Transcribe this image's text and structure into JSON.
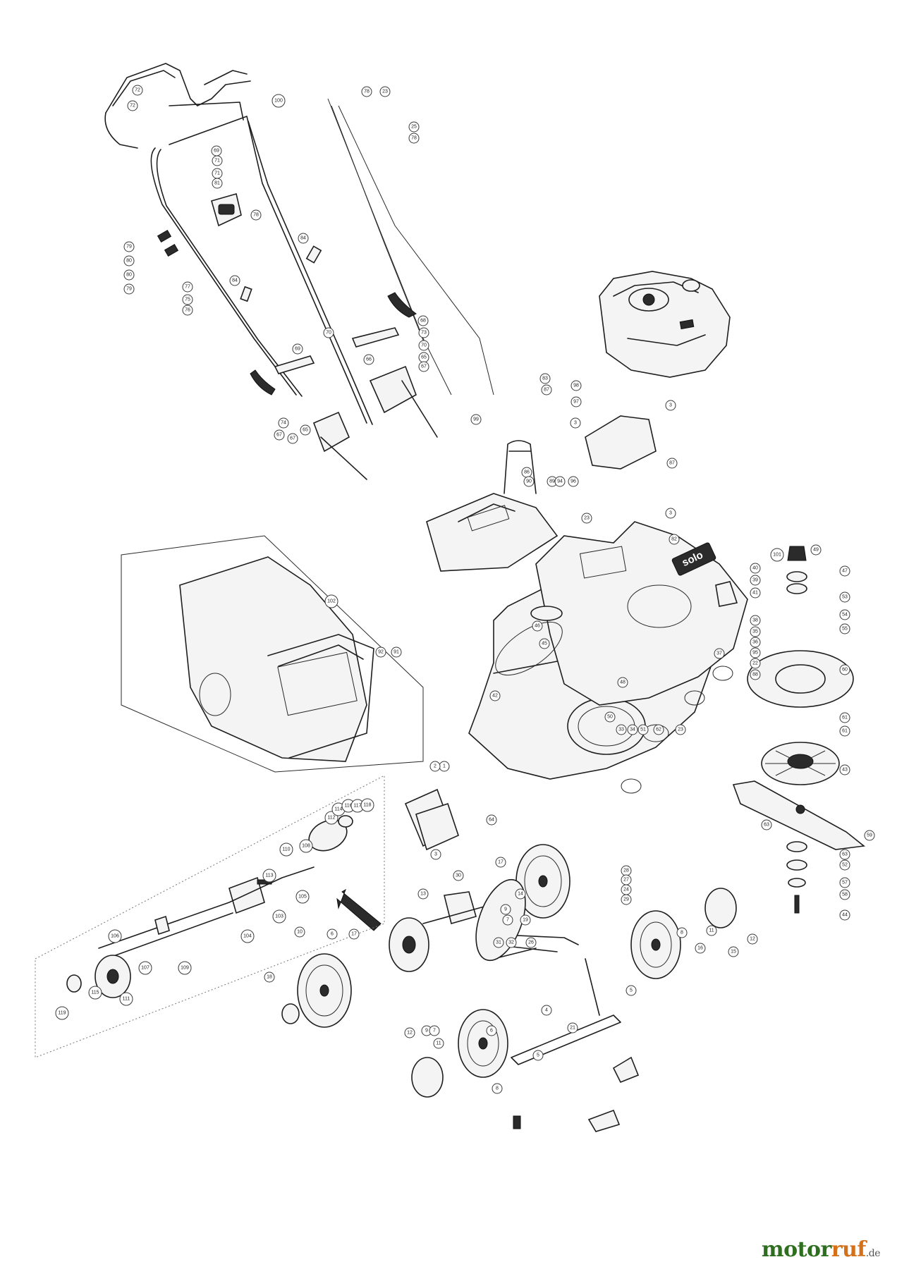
{
  "watermark": {
    "part1": "motor",
    "part2": "ruf",
    "part3": ".de",
    "colors": {
      "part1": "#2e6f1f",
      "part2": "#d4701a",
      "part3": "#555555"
    }
  },
  "logo_text": "solo",
  "callouts": [
    {
      "id": "c-72a",
      "label": "72"
    },
    {
      "id": "c-72b",
      "label": "72"
    },
    {
      "id": "c-100",
      "label": "100"
    },
    {
      "id": "c-69a",
      "label": "69"
    },
    {
      "id": "c-71a",
      "label": "71"
    },
    {
      "id": "c-71b",
      "label": "71"
    },
    {
      "id": "c-81",
      "label": "81"
    },
    {
      "id": "c-78a",
      "label": "78"
    },
    {
      "id": "c-79a",
      "label": "79"
    },
    {
      "id": "c-80a",
      "label": "80"
    },
    {
      "id": "c-80b",
      "label": "80"
    },
    {
      "id": "c-79b",
      "label": "79"
    },
    {
      "id": "c-84",
      "label": "84"
    },
    {
      "id": "c-77",
      "label": "77"
    },
    {
      "id": "c-84b",
      "label": "84"
    },
    {
      "id": "c-75",
      "label": "75"
    },
    {
      "id": "c-76",
      "label": "76"
    },
    {
      "id": "c-78t",
      "label": "78"
    },
    {
      "id": "c-23t",
      "label": "23"
    },
    {
      "id": "c-25",
      "label": "25"
    },
    {
      "id": "c-78r",
      "label": "78"
    },
    {
      "id": "c-68",
      "label": "68"
    },
    {
      "id": "c-73a",
      "label": "73"
    },
    {
      "id": "c-70",
      "label": "70"
    },
    {
      "id": "c-65",
      "label": "65"
    },
    {
      "id": "c-67a",
      "label": "67"
    },
    {
      "id": "c-66",
      "label": "66"
    },
    {
      "id": "c-70b",
      "label": "70"
    },
    {
      "id": "c-69b",
      "label": "69"
    },
    {
      "id": "c-74",
      "label": "74"
    },
    {
      "id": "c-65b",
      "label": "65"
    },
    {
      "id": "c-67b",
      "label": "67"
    },
    {
      "id": "c-67c",
      "label": "67"
    },
    {
      "id": "c-83",
      "label": "83"
    },
    {
      "id": "c-87",
      "label": "87"
    },
    {
      "id": "c-99",
      "label": "99"
    },
    {
      "id": "c-98",
      "label": "98"
    },
    {
      "id": "c-97",
      "label": "97"
    },
    {
      "id": "c-3a",
      "label": "3"
    },
    {
      "id": "c-3b",
      "label": "3"
    },
    {
      "id": "c-87b",
      "label": "87"
    },
    {
      "id": "c-86",
      "label": "86"
    },
    {
      "id": "c-90",
      "label": "90"
    },
    {
      "id": "c-89",
      "label": "89"
    },
    {
      "id": "c-94",
      "label": "94"
    },
    {
      "id": "c-96",
      "label": "96"
    },
    {
      "id": "c-3c",
      "label": "3"
    },
    {
      "id": "c-23b",
      "label": "23"
    },
    {
      "id": "c-82",
      "label": "82"
    },
    {
      "id": "c-101",
      "label": "101"
    },
    {
      "id": "c-40",
      "label": "40"
    },
    {
      "id": "c-39",
      "label": "39"
    },
    {
      "id": "c-41",
      "label": "41"
    },
    {
      "id": "c-38",
      "label": "38"
    },
    {
      "id": "c-35",
      "label": "35"
    },
    {
      "id": "c-36",
      "label": "36"
    },
    {
      "id": "c-95",
      "label": "95"
    },
    {
      "id": "c-22",
      "label": "22"
    },
    {
      "id": "c-88",
      "label": "88"
    },
    {
      "id": "c-49",
      "label": "49"
    },
    {
      "id": "c-47",
      "label": "47"
    },
    {
      "id": "c-53",
      "label": "53"
    },
    {
      "id": "c-54",
      "label": "54"
    },
    {
      "id": "c-55",
      "label": "55"
    },
    {
      "id": "c-60",
      "label": "60"
    },
    {
      "id": "c-61",
      "label": "61"
    },
    {
      "id": "c-61b",
      "label": "61"
    },
    {
      "id": "c-43",
      "label": "43"
    },
    {
      "id": "c-59",
      "label": "59"
    },
    {
      "id": "c-63",
      "label": "63"
    },
    {
      "id": "c-63b",
      "label": "63"
    },
    {
      "id": "c-52",
      "label": "52"
    },
    {
      "id": "c-57",
      "label": "57"
    },
    {
      "id": "c-58",
      "label": "58"
    },
    {
      "id": "c-44",
      "label": "44"
    },
    {
      "id": "c-102",
      "label": "102"
    },
    {
      "id": "c-92",
      "label": "92"
    },
    {
      "id": "c-91",
      "label": "91"
    },
    {
      "id": "c-1",
      "label": "1"
    },
    {
      "id": "c-2",
      "label": "2"
    },
    {
      "id": "c-64",
      "label": "64"
    },
    {
      "id": "c-3d",
      "label": "3"
    },
    {
      "id": "c-46",
      "label": "46"
    },
    {
      "id": "c-45",
      "label": "45"
    },
    {
      "id": "c-42",
      "label": "42"
    },
    {
      "id": "c-48",
      "label": "48"
    },
    {
      "id": "c-50",
      "label": "50"
    },
    {
      "id": "c-51",
      "label": "51"
    },
    {
      "id": "c-33",
      "label": "33"
    },
    {
      "id": "c-34",
      "label": "34"
    },
    {
      "id": "c-62",
      "label": "62"
    },
    {
      "id": "c-37",
      "label": "37"
    },
    {
      "id": "c-23c",
      "label": "23"
    },
    {
      "id": "c-110",
      "label": "110"
    },
    {
      "id": "c-112",
      "label": "112"
    },
    {
      "id": "c-114",
      "label": "114"
    },
    {
      "id": "c-116",
      "label": "116"
    },
    {
      "id": "c-117",
      "label": "117"
    },
    {
      "id": "c-118",
      "label": "118"
    },
    {
      "id": "c-108",
      "label": "108"
    },
    {
      "id": "c-105",
      "label": "105"
    },
    {
      "id": "c-113",
      "label": "113"
    },
    {
      "id": "c-103",
      "label": "103"
    },
    {
      "id": "c-104",
      "label": "104"
    },
    {
      "id": "c-107",
      "label": "107"
    },
    {
      "id": "c-106",
      "label": "106"
    },
    {
      "id": "c-109",
      "label": "109"
    },
    {
      "id": "c-111",
      "label": "111"
    },
    {
      "id": "c-115",
      "label": "115"
    },
    {
      "id": "c-119",
      "label": "119"
    },
    {
      "id": "c-10a",
      "label": "10"
    },
    {
      "id": "c-6a",
      "label": "6"
    },
    {
      "id": "c-17a",
      "label": "17"
    },
    {
      "id": "c-13",
      "label": "13"
    },
    {
      "id": "c-30",
      "label": "30"
    },
    {
      "id": "c-17b",
      "label": "17"
    },
    {
      "id": "c-14",
      "label": "14"
    },
    {
      "id": "c-19",
      "label": "19"
    },
    {
      "id": "c-9a",
      "label": "9"
    },
    {
      "id": "c-7a",
      "label": "7"
    },
    {
      "id": "c-31",
      "label": "31"
    },
    {
      "id": "c-32",
      "label": "32"
    },
    {
      "id": "c-26",
      "label": "26"
    },
    {
      "id": "c-28",
      "label": "28"
    },
    {
      "id": "c-27",
      "label": "27"
    },
    {
      "id": "c-24",
      "label": "24"
    },
    {
      "id": "c-29",
      "label": "29"
    },
    {
      "id": "c-4",
      "label": "4"
    },
    {
      "id": "c-5a",
      "label": "5"
    },
    {
      "id": "c-5b",
      "label": "5"
    },
    {
      "id": "c-8a",
      "label": "8"
    },
    {
      "id": "c-8b",
      "label": "8"
    },
    {
      "id": "c-11a",
      "label": "11"
    },
    {
      "id": "c-12a",
      "label": "12"
    },
    {
      "id": "c-15",
      "label": "15"
    },
    {
      "id": "c-16",
      "label": "16"
    },
    {
      "id": "c-18",
      "label": "18"
    },
    {
      "id": "c-12b",
      "label": "12"
    },
    {
      "id": "c-9b",
      "label": "9"
    },
    {
      "id": "c-7b",
      "label": "7"
    },
    {
      "id": "c-6b",
      "label": "6"
    },
    {
      "id": "c-11b",
      "label": "11"
    },
    {
      "id": "c-21",
      "label": "21"
    }
  ]
}
